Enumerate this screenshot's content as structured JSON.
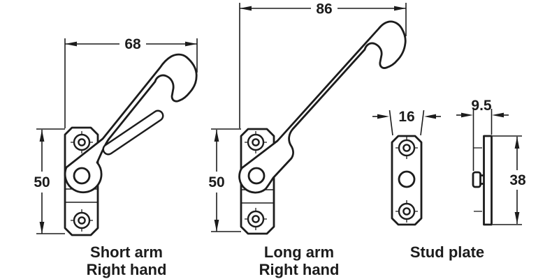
{
  "diagram": {
    "background": "#ffffff",
    "line_color": "#1c1c1c",
    "parts": [
      {
        "name": "Short arm",
        "hand": "Right hand",
        "dim_width": "68",
        "dim_height": "50"
      },
      {
        "name": "Long arm",
        "hand": "Right hand",
        "dim_width": "86",
        "dim_height": "50"
      },
      {
        "name": "Stud plate",
        "dim_width": "16",
        "dim_depth": "9.5",
        "dim_height": "38"
      }
    ]
  }
}
